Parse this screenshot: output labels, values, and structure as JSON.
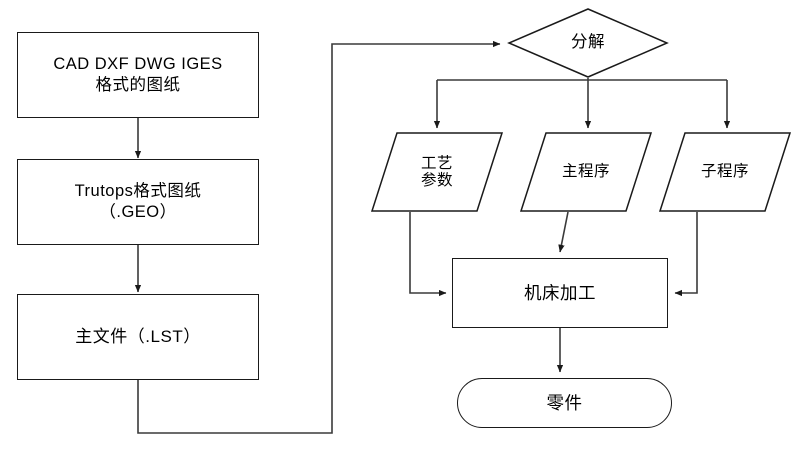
{
  "diagram": {
    "title": "CAD to CNC machining process flowchart",
    "background": "#ffffff",
    "line_color": "#333333",
    "stroke_color": "#1a1a1a",
    "nodes": {
      "source_drawing": {
        "label": "CAD DXF DWG IGES\n格式的图纸",
        "shape": "rectangle"
      },
      "trutops_drawing": {
        "label": "Trutops格式图纸\n（.GEO）",
        "shape": "rectangle"
      },
      "main_file": {
        "label": "主文件（.LST）",
        "shape": "rectangle"
      },
      "decompose": {
        "label": "分解",
        "shape": "diamond"
      },
      "process_params": {
        "label": "工艺\n参数",
        "shape": "parallelogram"
      },
      "main_program": {
        "label": "主程序",
        "shape": "parallelogram"
      },
      "sub_program": {
        "label": "子程序",
        "shape": "parallelogram"
      },
      "machining": {
        "label": "机床加工",
        "shape": "rectangle"
      },
      "part": {
        "label": "零件",
        "shape": "stadium"
      }
    },
    "edges": [
      {
        "from": "source_drawing",
        "to": "trutops_drawing",
        "label": ""
      },
      {
        "from": "trutops_drawing",
        "to": "main_file",
        "label": ""
      },
      {
        "from": "main_file",
        "to": "decompose",
        "label": ""
      },
      {
        "from": "decompose",
        "to": "process_params",
        "label": ""
      },
      {
        "from": "decompose",
        "to": "main_program",
        "label": ""
      },
      {
        "from": "decompose",
        "to": "sub_program",
        "label": ""
      },
      {
        "from": "process_params",
        "to": "machining",
        "label": ""
      },
      {
        "from": "main_program",
        "to": "machining",
        "label": ""
      },
      {
        "from": "sub_program",
        "to": "machining",
        "label": ""
      },
      {
        "from": "machining",
        "to": "part",
        "label": ""
      }
    ]
  }
}
